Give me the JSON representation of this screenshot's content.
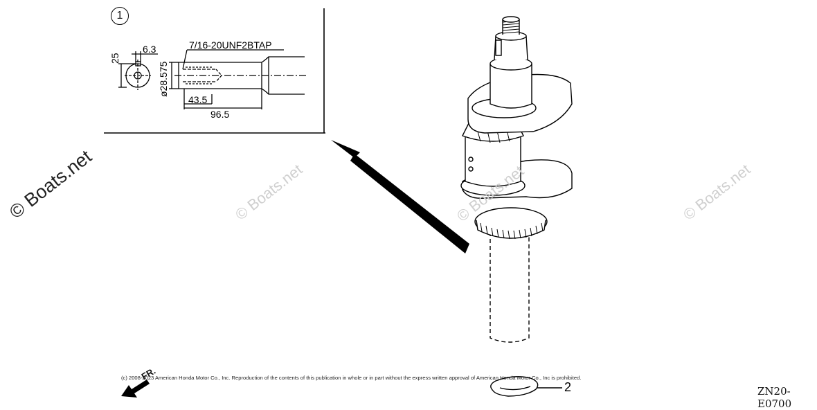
{
  "watermark": {
    "primary": "© Boats.net",
    "repeat": "© Boats.net"
  },
  "detail_view": {
    "index": "1",
    "thread_spec": "7/16-20UNF2BTAP",
    "dim_key_width": "6.3",
    "dim_height": "25",
    "dim_diameter": "ø28.575",
    "dim_tap_depth": "43.5",
    "dim_length": "96.5"
  },
  "parts": [
    {
      "callout": "2",
      "name": "washer"
    }
  ],
  "direction_label": "FR.",
  "copyright": "(c) 2008-2023 American Honda Motor Co., Inc. Reproduction of the contents of this publication in whole or in part without the express written approval of American Honda Motor Co., Inc is prohibited.",
  "diagram_code": "ZN20-E0700"
}
